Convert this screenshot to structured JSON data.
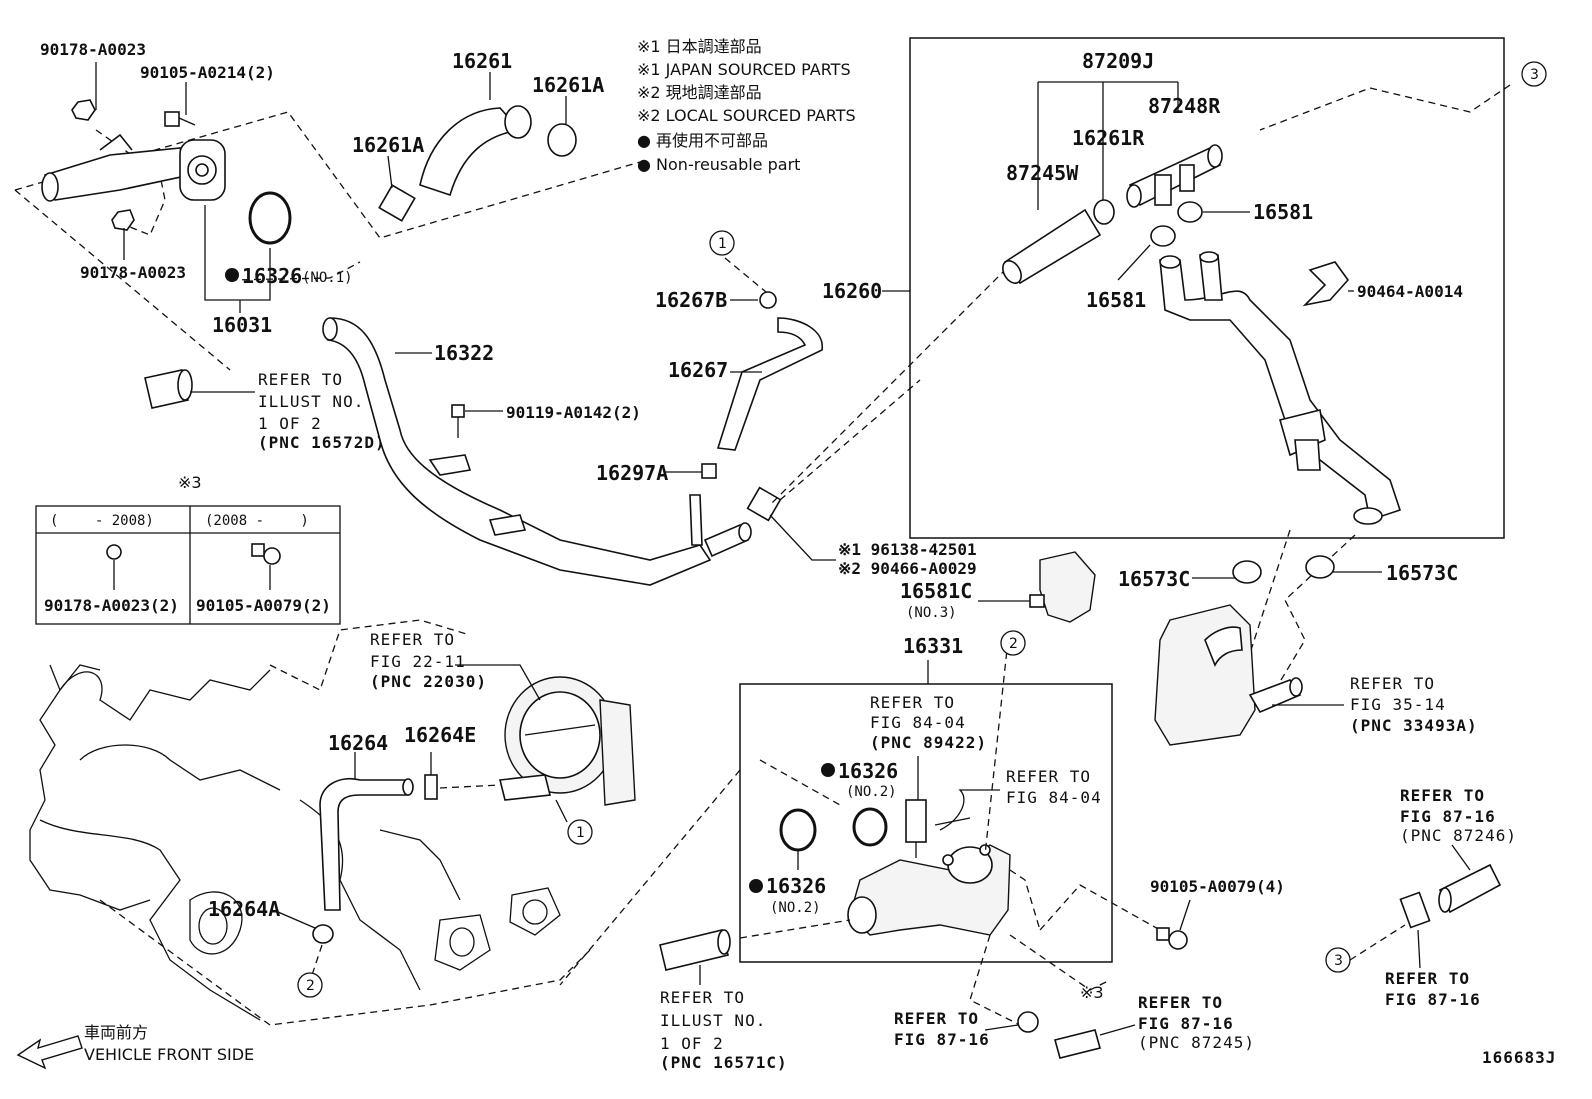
{
  "legend": {
    "l1_jp": "※1 日本調達部品",
    "l1_en": "※1 JAPAN SOURCED PARTS",
    "l2_jp": "※2 現地調達部品",
    "l2_en": "※2 LOCAL SOURCED PARTS",
    "nr_jp": "● 再使用不可部品",
    "nr_en": "● Non-reusable part"
  },
  "parts": {
    "p90178_a": "90178-A0023",
    "p90105_a0214": "90105-A0214(2)",
    "p16261": "16261",
    "p16261a_top": "16261A",
    "p16261a_left": "16261A",
    "p90178_b": "90178-A0023",
    "p16326_no1": "16326",
    "p16326_no1_sub": "(NO.1)",
    "p16031": "16031",
    "p16322": "16322",
    "p90119": "90119-A0142(2)",
    "p16267b": "16267B",
    "p16267": "16267",
    "p16297a": "16297A",
    "p96138": "※1 96138-42501",
    "p90466": "※2 90466-A0029",
    "p16581c": "16581C",
    "p16581c_sub": "(NO.3)",
    "p16331": "16331",
    "p87209j": "87209J",
    "p87248r": "87248R",
    "p16261r": "16261R",
    "p87245w": "87245W",
    "p16581_a": "16581",
    "p16581_b": "16581",
    "p16260": "16260",
    "p90464": "90464-A0014",
    "p16573c_left": "16573C",
    "p16573c_right": "16573C",
    "p16264": "16264",
    "p16264e": "16264E",
    "p16264a": "16264A",
    "p16326_no2a": "16326",
    "p16326_no2a_sub": "(NO.2)",
    "p16326_no2b": "16326",
    "p16326_no2b_sub": "(NO.2)",
    "p90105_a0079_4": "90105-A0079(4)"
  },
  "variant_table": {
    "mark": "※3",
    "col1_header": "(　　 - 2008)",
    "col2_header": "(2008 -　　 )",
    "col1_part": "90178-A0023(2)",
    "col2_part": "90105-A0079(2)"
  },
  "refs": {
    "r_illust_2": [
      "REFER TO",
      "ILLUST NO.",
      "1 OF 2",
      "(PNC 16572D)"
    ],
    "r_fig22": [
      "REFER TO",
      "FIG 22-11",
      "(PNC 22030)"
    ],
    "r_fig84_a": [
      "REFER TO",
      "FIG 84-04",
      "(PNC 89422)"
    ],
    "r_fig84_b": [
      "REFER TO",
      "FIG 84-04"
    ],
    "r_fig35": [
      "REFER TO",
      "FIG 35-14",
      "(PNC 33493A)"
    ],
    "r_fig87_a": [
      "REFER TO",
      "FIG 87-16",
      "(PNC 87246)"
    ],
    "r_fig87_b": [
      "REFER TO",
      "FIG 87-16"
    ],
    "r_fig87_c": [
      "REFER TO",
      "FIG 87-16"
    ],
    "r_fig87_d": [
      "REFER TO",
      "FIG 87-16",
      "(PNC 87245)"
    ],
    "r_illust_1": [
      "REFER TO",
      "ILLUST NO.",
      "1 OF 2",
      "(PNC 16571C)"
    ]
  },
  "circles": {
    "c1a": "1",
    "c1b": "1",
    "c2a": "2",
    "c2b": "2",
    "c3a": "3",
    "c3b": "3"
  },
  "mark3_bottom": "※3",
  "front": {
    "jp": "車両前方",
    "en": "VEHICLE FRONT SIDE"
  },
  "code": "166683J"
}
